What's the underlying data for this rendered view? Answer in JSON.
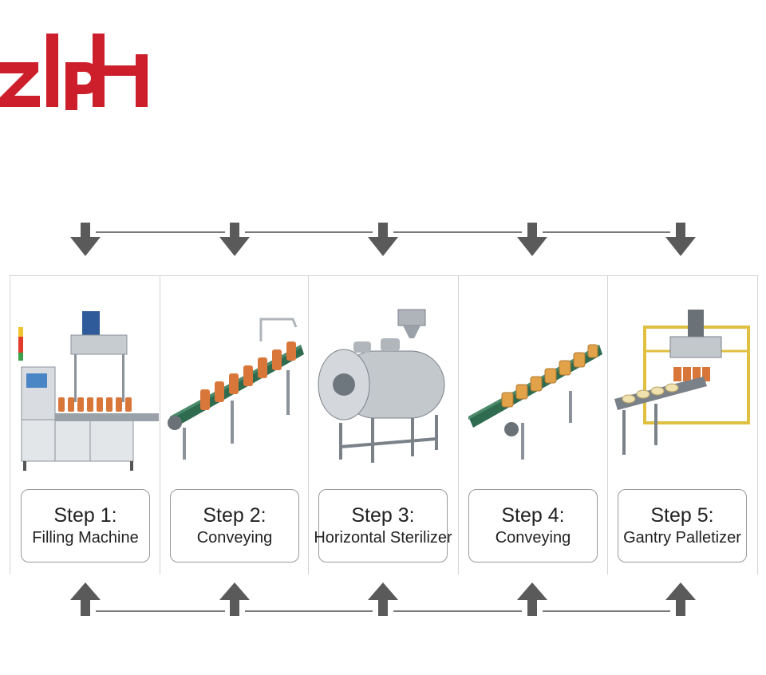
{
  "logo": {
    "text": "zlph",
    "color": "#cc1f2b",
    "icon": "zlph-logo"
  },
  "steps": [
    {
      "title": "Step 1:",
      "name": "Filling Machine",
      "icon": "filling-machine-icon"
    },
    {
      "title": "Step 2:",
      "name": "Conveying",
      "icon": "conveyor-bottles-icon"
    },
    {
      "title": "Step 3:",
      "name": "Horizontal Sterilizer",
      "icon": "horizontal-sterilizer-icon"
    },
    {
      "title": "Step 4:",
      "name": "Conveying",
      "icon": "conveyor-jars-icon"
    },
    {
      "title": "Step 5:",
      "name": "Gantry Palletizer",
      "icon": "gantry-palletizer-icon"
    }
  ],
  "colors": {
    "arrow": "#5a5a5a",
    "connector": "#7a7a7a",
    "belt": "#2f6b4f",
    "steel": "#b9bec4",
    "product": "#d9773a"
  }
}
